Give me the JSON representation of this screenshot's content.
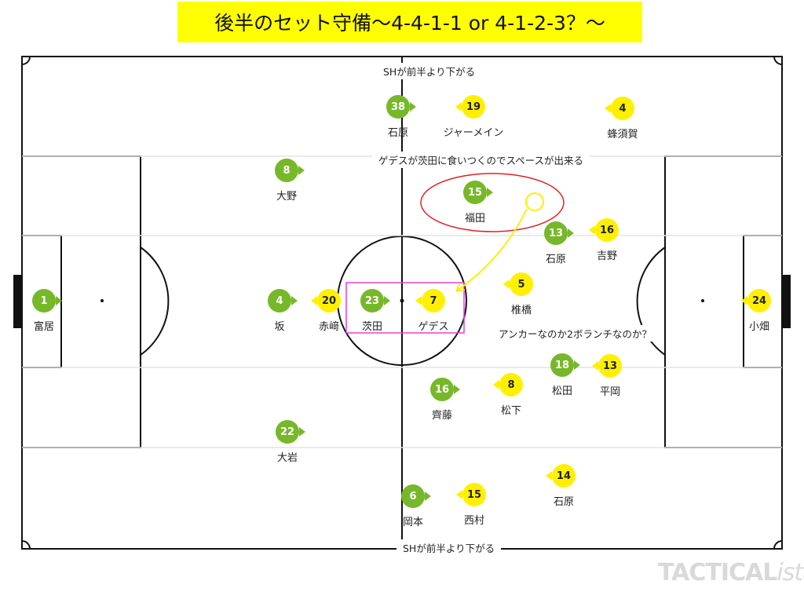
{
  "title": "後半のセット守備〜4-4-1-1 or 4-1-2-3？〜",
  "notes": {
    "top": "SHが前半より下がる",
    "middle": "ゲデスが茨田に食いつくのでスペースが出来る",
    "anchor": "アンカーなのか2ボランチなのか？",
    "bottom": "SHが前半より下がる"
  },
  "green_players": [
    {
      "number": "1",
      "name": "富居"
    },
    {
      "number": "4",
      "name": "坂"
    },
    {
      "number": "23",
      "name": "茨田"
    },
    {
      "number": "8",
      "name": "大野"
    },
    {
      "number": "22",
      "name": "大岩"
    },
    {
      "number": "38",
      "name": "石原"
    },
    {
      "number": "15",
      "name": "福田"
    },
    {
      "number": "13",
      "name": "石原"
    },
    {
      "number": "16",
      "name": "齊藤"
    },
    {
      "number": "18",
      "name": "松田"
    },
    {
      "number": "6",
      "name": "岡本"
    }
  ],
  "yellow_players": [
    {
      "number": "24",
      "name": "小畑"
    },
    {
      "number": "4",
      "name": "蜂須賀"
    },
    {
      "number": "19",
      "name": "ジャーメイン"
    },
    {
      "number": "16",
      "name": "吉野"
    },
    {
      "number": "5",
      "name": "椎橋"
    },
    {
      "number": "13",
      "name": "平岡"
    },
    {
      "number": "8",
      "name": "松下"
    },
    {
      "number": "14",
      "name": "石原"
    },
    {
      "number": "15",
      "name": "西村"
    },
    {
      "number": "20",
      "name": "赤﨑"
    },
    {
      "number": "7",
      "name": "ゲデス"
    }
  ],
  "colors": {
    "green_team": "#77b82a",
    "yellow_team": "#fff000",
    "highlight_box": "#e040e0",
    "focus_ellipse": "#e02020",
    "arrow": "#ffee00"
  },
  "watermark": {
    "main": "TACTICAL",
    "italic": "ista"
  }
}
